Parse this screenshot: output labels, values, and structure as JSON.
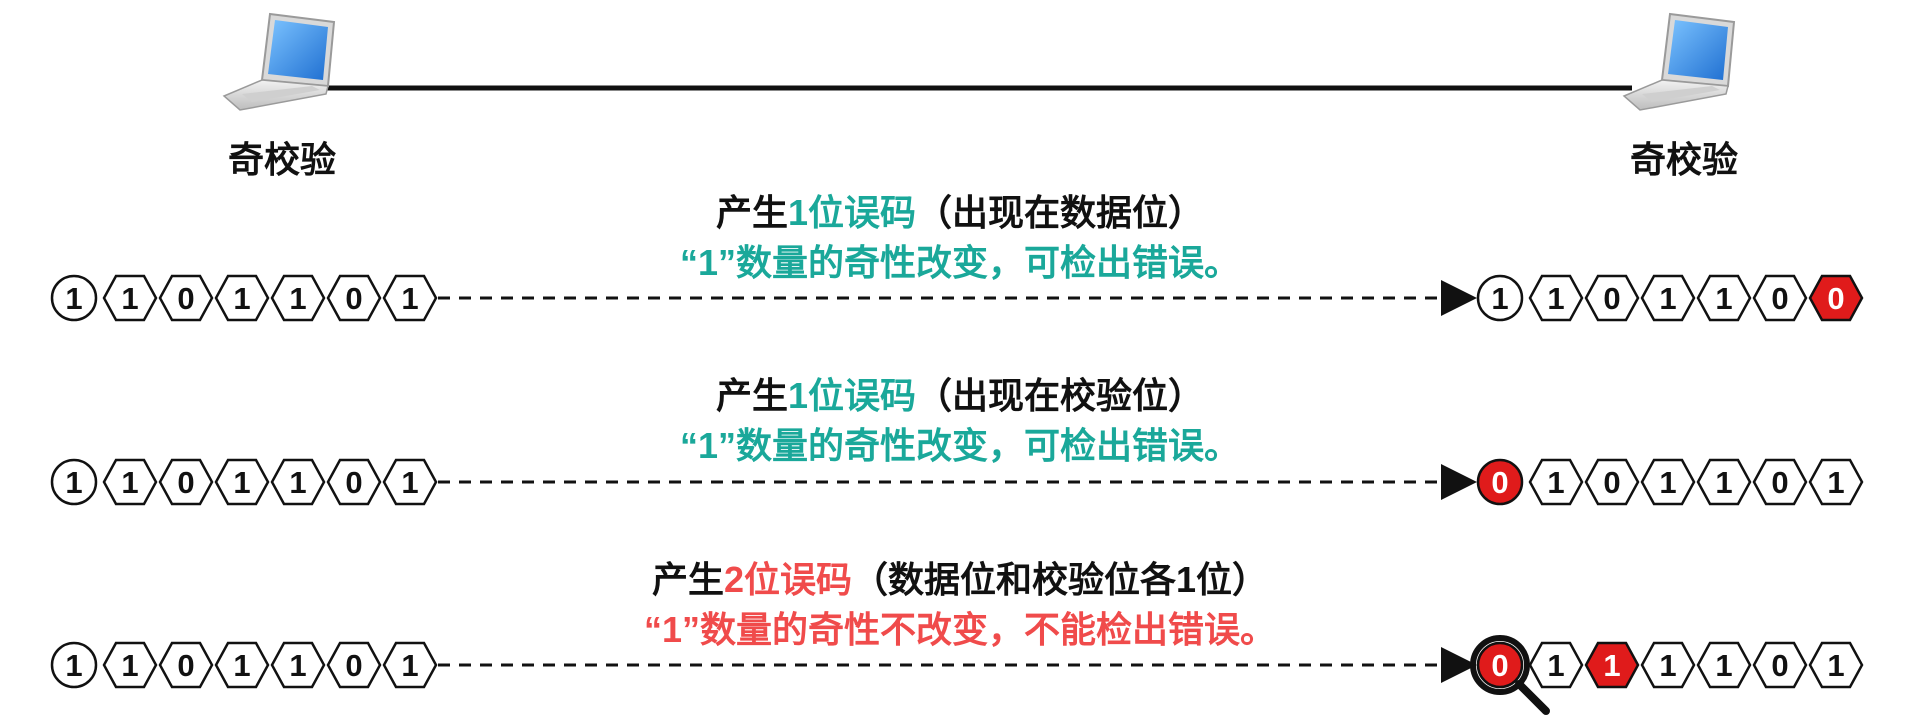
{
  "colors": {
    "teal": "#1aa89a",
    "red": "#f04b4b",
    "bit_error_fill": "#e01b1b",
    "text": "#111111",
    "line": "#111111"
  },
  "endpoints": {
    "left": {
      "icon": "laptop-icon",
      "label": "奇校验"
    },
    "right": {
      "icon": "laptop-icon",
      "label": "奇校验"
    }
  },
  "scenarios": [
    {
      "heading_prefix": "产生",
      "heading_highlight": "1位误码",
      "heading_suffix": "（出现在数据位）",
      "highlight_color": "teal",
      "note": "“1”数量的奇性改变，可检出错误。",
      "note_color": "teal",
      "sent_bits": [
        "1",
        "1",
        "0",
        "1",
        "1",
        "0",
        "1"
      ],
      "received_bits": [
        "1",
        "1",
        "0",
        "1",
        "1",
        "0",
        "0"
      ],
      "error_positions": [
        6
      ],
      "magnifier": false
    },
    {
      "heading_prefix": "产生",
      "heading_highlight": "1位误码",
      "heading_suffix": "（出现在校验位）",
      "highlight_color": "teal",
      "note": "“1”数量的奇性改变，可检出错误。",
      "note_color": "teal",
      "sent_bits": [
        "1",
        "1",
        "0",
        "1",
        "1",
        "0",
        "1"
      ],
      "received_bits": [
        "0",
        "1",
        "0",
        "1",
        "1",
        "0",
        "1"
      ],
      "error_positions": [
        0
      ],
      "magnifier": false
    },
    {
      "heading_prefix": "产生",
      "heading_highlight": "2位误码",
      "heading_suffix": "（数据位和校验位各1位）",
      "highlight_color": "red",
      "note": "“1”数量的奇性不改变，不能检出错误。",
      "note_color": "red",
      "sent_bits": [
        "1",
        "1",
        "0",
        "1",
        "1",
        "0",
        "1"
      ],
      "received_bits": [
        "0",
        "1",
        "1",
        "1",
        "1",
        "0",
        "1"
      ],
      "error_positions": [
        0,
        2
      ],
      "magnifier": true
    }
  ]
}
